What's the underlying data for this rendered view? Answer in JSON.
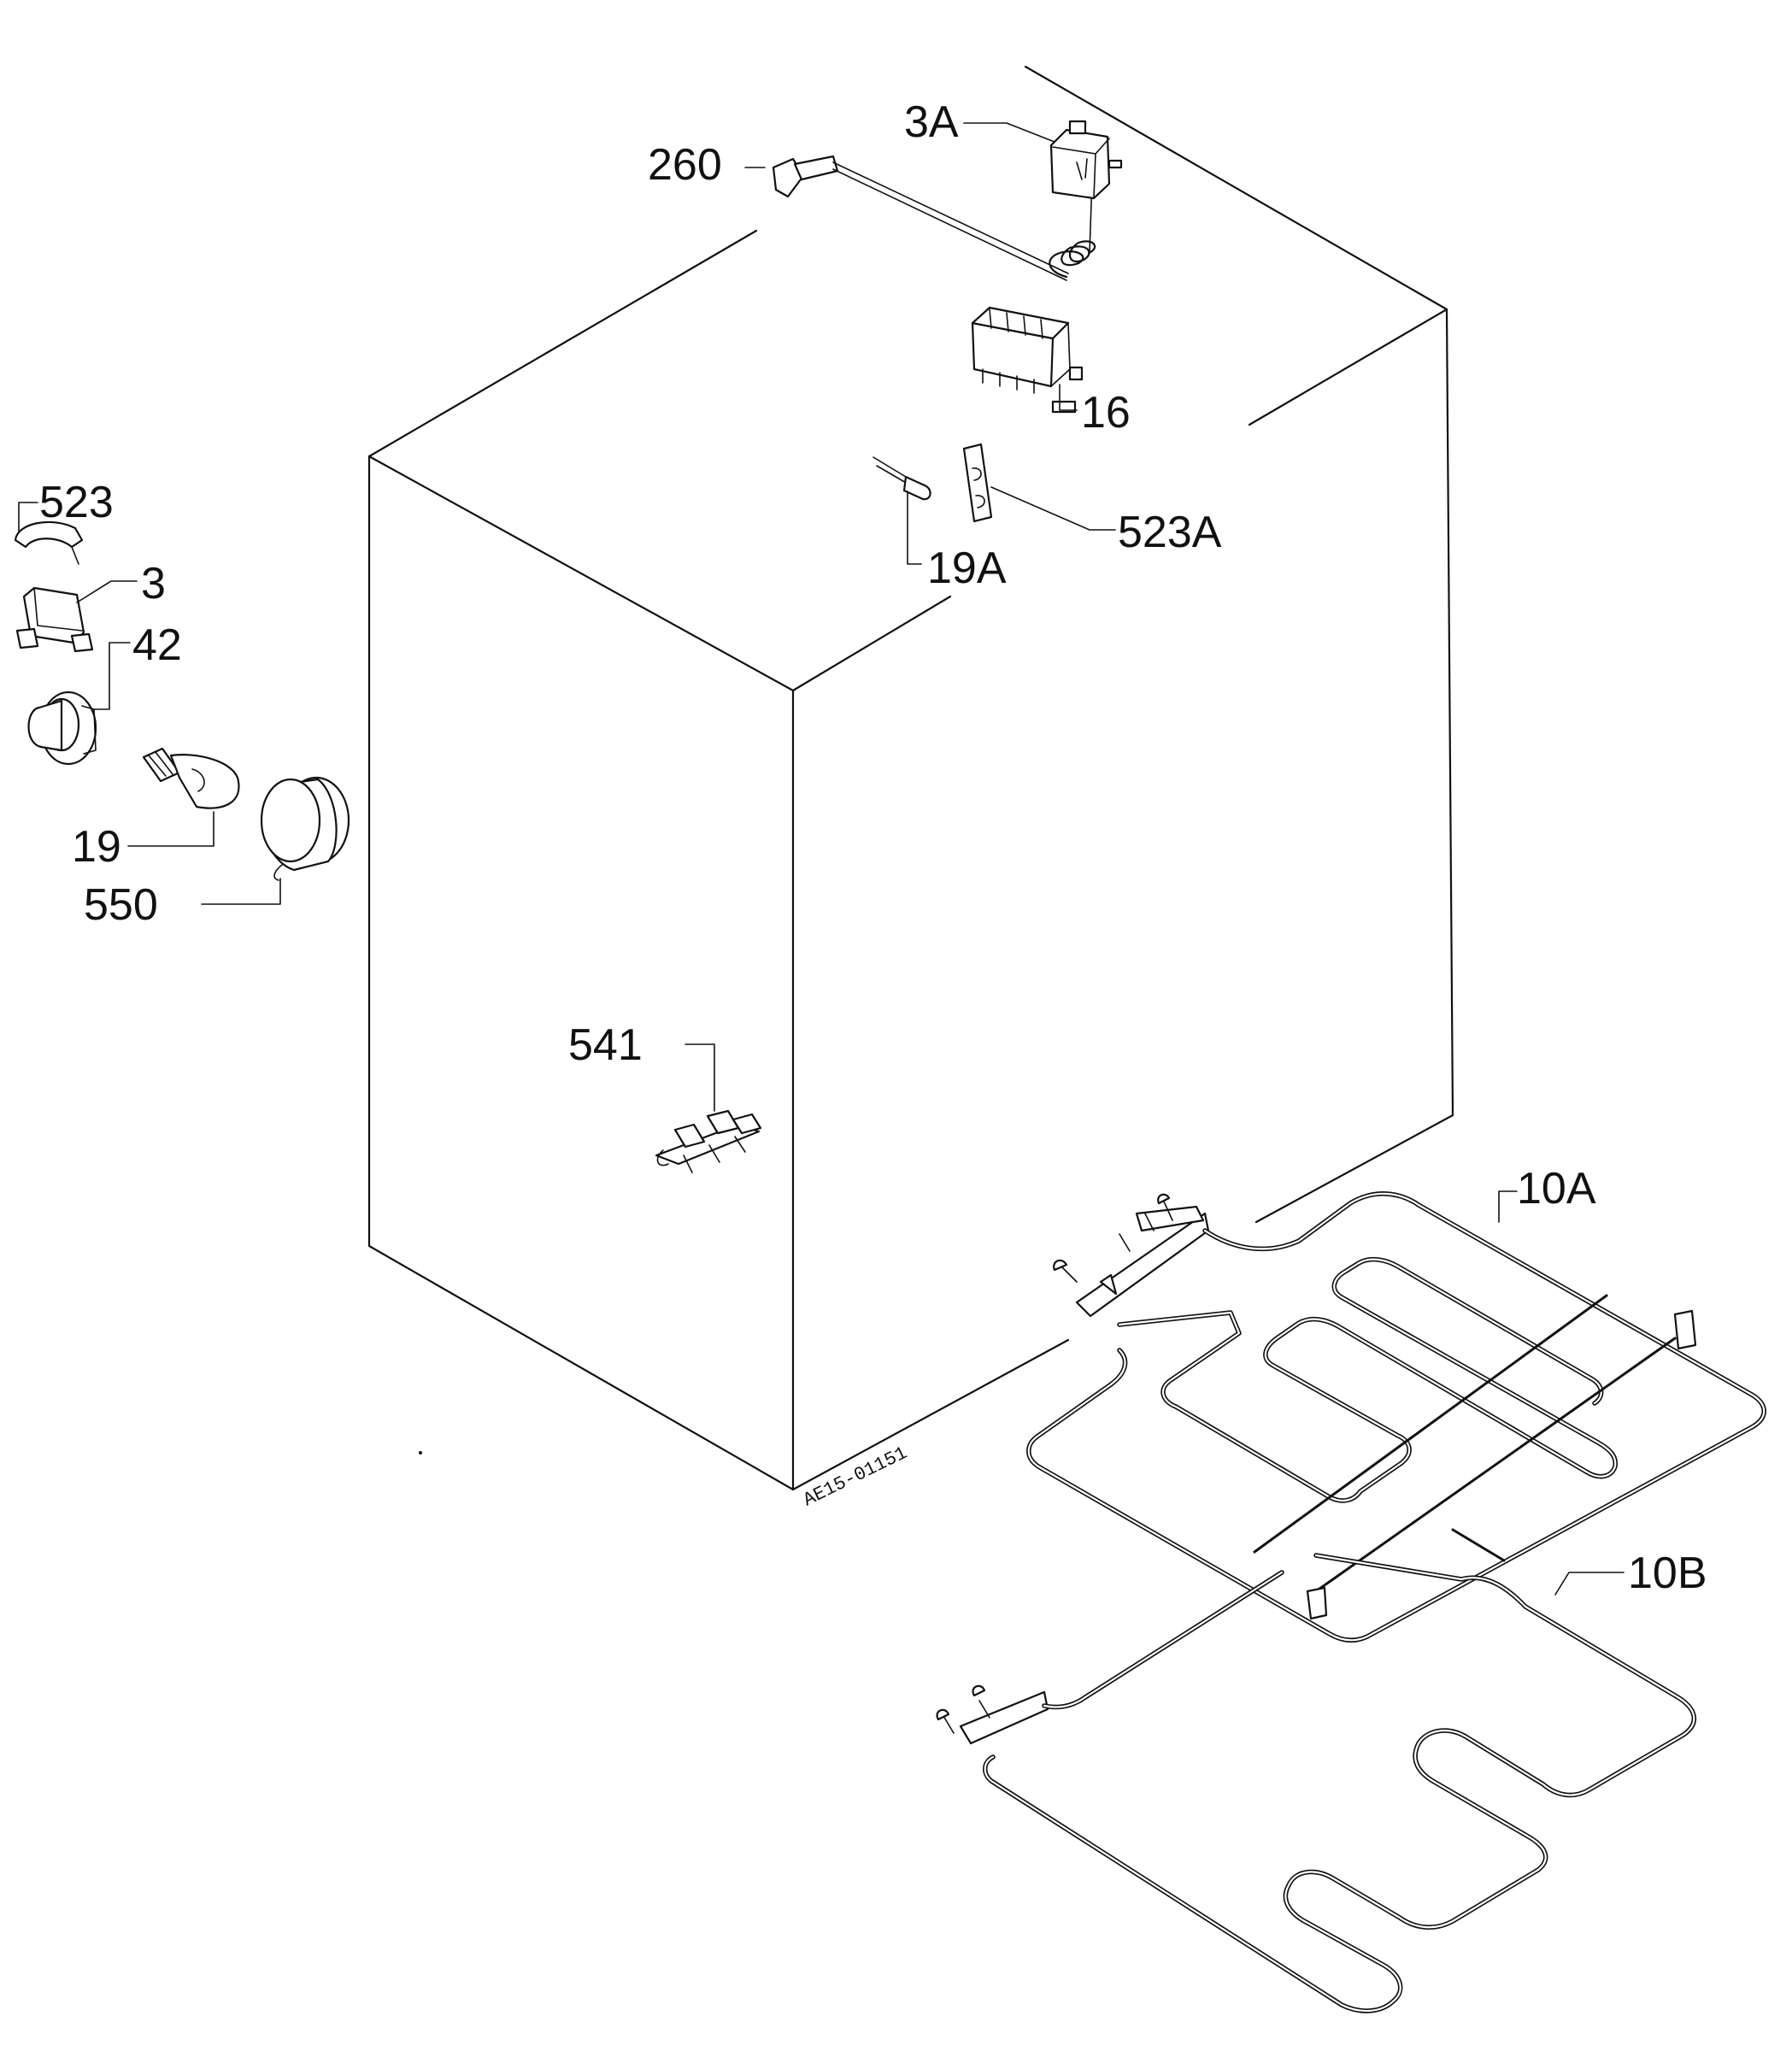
{
  "callouts": {
    "c260": "260",
    "c3A": "3A",
    "c16": "16",
    "c523A": "523A",
    "c19A": "19A",
    "c523": "523",
    "c3": "3",
    "c42": "42",
    "c19": "19",
    "c550": "550",
    "c541": "541",
    "c10A": "10A",
    "c10B": "10B"
  },
  "drawing_code": "AE15-01151"
}
